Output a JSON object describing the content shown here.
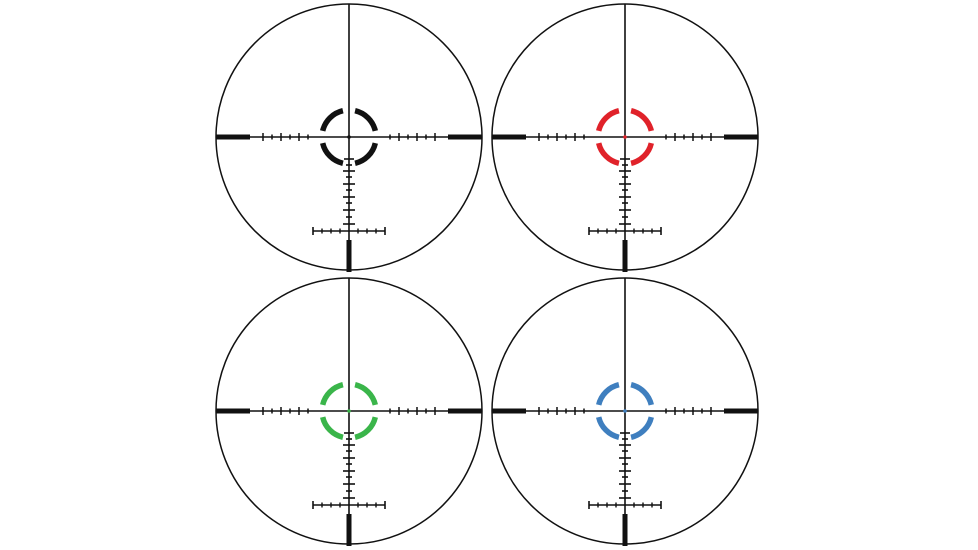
{
  "reticles": [
    {
      "id": "black",
      "illumination": "black",
      "color": "#111111"
    },
    {
      "id": "red",
      "illumination": "red",
      "color": "#e0222a"
    },
    {
      "id": "green",
      "illumination": "green",
      "color": "#3ab54a"
    },
    {
      "id": "blue",
      "illumination": "blue",
      "color": "#3f7fbf"
    }
  ],
  "line_color": "#111111"
}
